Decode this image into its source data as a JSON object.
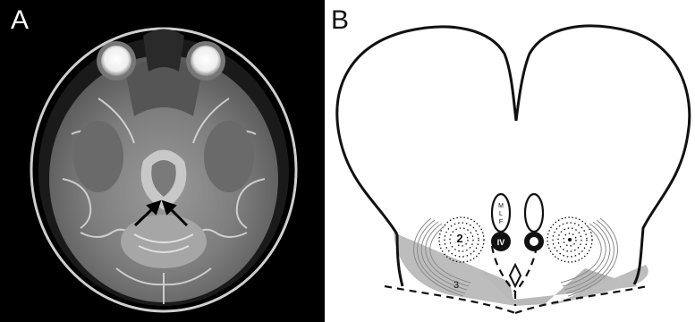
{
  "panels": {
    "a": {
      "label": "A"
    },
    "b": {
      "label": "B",
      "mlf_letters": [
        "M",
        "L",
        "F"
      ],
      "nucleus_label": "IV",
      "structure_2_label": "2",
      "structure_3_label": "3"
    }
  },
  "colors": {
    "mri_background": "#000000",
    "outline": "#111111",
    "shading": "#b9b9b9"
  }
}
